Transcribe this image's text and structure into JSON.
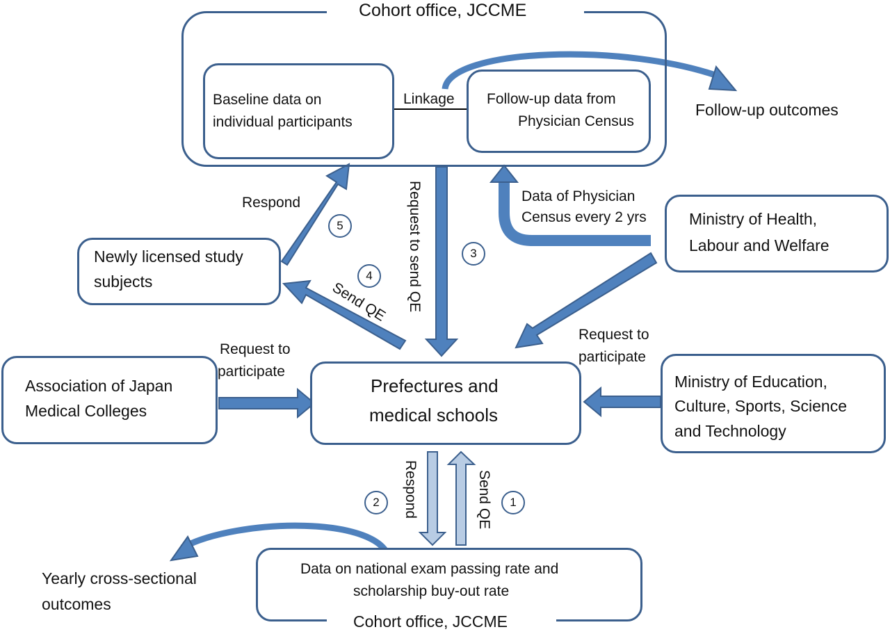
{
  "top_office": {
    "title": "Cohort office, JCCME"
  },
  "baseline": {
    "line1": "Baseline data on",
    "line2": "individual participants"
  },
  "followup_census": {
    "line1": "Follow-up data from",
    "line2": "Physician Census"
  },
  "linkage_label": "Linkage",
  "followup_outcomes": "Follow-up outcomes",
  "respond_top": "Respond",
  "request_send_qe": "Request to send QE",
  "census_data": {
    "line1": "Data of Physician",
    "line2": "Census every 2 yrs"
  },
  "mhlw": {
    "line1": "Ministry of Health,",
    "line2": "Labour and Welfare"
  },
  "newly_licensed": {
    "line1": "Newly licensed study",
    "line2": "subjects"
  },
  "send_qe_diag": "Send QE",
  "request_participate_left": {
    "line1": "Request to",
    "line2": "participate"
  },
  "request_participate_right": {
    "line1": "Request to",
    "line2": "participate"
  },
  "ajmc": {
    "line1": "Association of Japan",
    "line2": "Medical Colleges"
  },
  "prefectures": {
    "line1": "Prefectures and",
    "line2": "medical schools"
  },
  "mext": {
    "line1": "Ministry of Education,",
    "line2": "Culture, Sports, Science",
    "line3": "and Technology"
  },
  "respond_bottom": "Respond",
  "send_qe_bottom": "Send QE",
  "bottom_office": {
    "line1": "Data on national exam passing rate and",
    "line2": "scholarship buy-out rate",
    "title": "Cohort office, JCCME"
  },
  "yearly": {
    "line1": "Yearly cross-sectional",
    "line2": "outcomes"
  },
  "steps": [
    "1",
    "2",
    "3",
    "4",
    "5"
  ],
  "colors": {
    "arrow": "#4f81bd",
    "arrow_stroke": "#3b5f8d",
    "light_arrow": "#b8cce4",
    "box_border": "#3b5f8d"
  }
}
